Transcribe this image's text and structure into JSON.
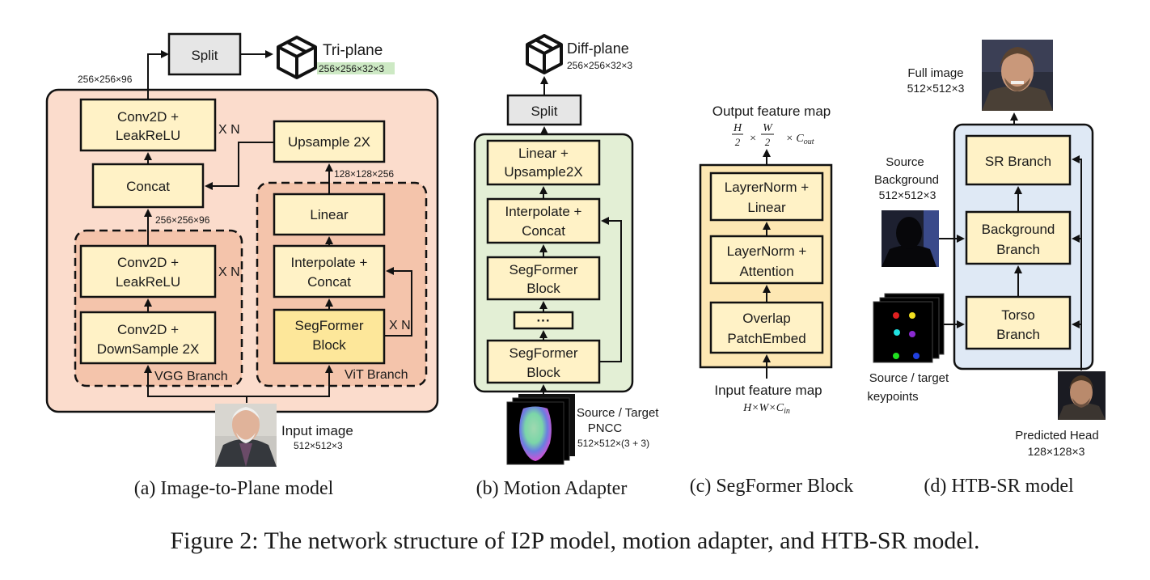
{
  "panel_a": {
    "split": "Split",
    "triplane": "Tri-plane",
    "triplane_dims": "256×256×32×3",
    "top_dims": "256×256×96",
    "conv_leaky_top": [
      "Conv2D +",
      "LeakReLU"
    ],
    "xn_top": "X N",
    "concat": "Concat",
    "upsample": "Upsample 2X",
    "dims_128": "128×128×256",
    "dims_256": "256×256×96",
    "linear": "Linear",
    "conv_leaky_mid": [
      "Conv2D +",
      "LeakReLU"
    ],
    "xn_mid": "X N",
    "interp_concat": [
      "Interpolate +",
      "Concat"
    ],
    "conv_down": [
      "Conv2D +",
      "DownSample 2X"
    ],
    "segformer": [
      "SegFormer",
      "Block"
    ],
    "xn_vit": "X N",
    "vgg_branch": "VGG Branch",
    "vit_branch": "ViT Branch",
    "input_image": "Input image",
    "input_dims": "512×512×3",
    "caption": "(a) Image-to-Plane model"
  },
  "panel_b": {
    "diffplane": "Diff-plane",
    "diffplane_dims": "256×256×32×3",
    "split": "Split",
    "linear_up": [
      "Linear +",
      "Upsample2X"
    ],
    "interp_concat": [
      "Interpolate +",
      "Concat"
    ],
    "segformer_top": [
      "SegFormer",
      "Block"
    ],
    "dots": "···",
    "segformer_bot": [
      "SegFormer",
      "Block"
    ],
    "source_target": "Source / Target",
    "pncc": "PNCC",
    "pncc_dims": "512×512×(3 + 3)",
    "caption": "(b) Motion Adapter"
  },
  "panel_c": {
    "output_title": "Output feature map",
    "output_dims": "H/2 × W/2 × C_out",
    "layernorm_linear": [
      "LayrerNorm +",
      "Linear"
    ],
    "layernorm_attn": [
      "LayerNorm +",
      "Attention"
    ],
    "overlap": [
      "Overlap",
      "PatchEmbed"
    ],
    "input_title": "Input feature map",
    "input_dims": "H×W×C_in",
    "caption": "(c) SegFormer Block"
  },
  "panel_d": {
    "full_image": "Full image",
    "full_dims": "512×512×3",
    "sr_branch": "SR Branch",
    "source_bg": [
      "Source",
      "Background"
    ],
    "source_bg_dims": "512×512×3",
    "bg_branch": [
      "Background",
      "Branch"
    ],
    "torso_branch": [
      "Torso",
      "Branch"
    ],
    "kp_label": [
      "Source / target",
      "keypoints"
    ],
    "pred_head": "Predicted Head",
    "pred_dims": "128×128×3",
    "caption": "(d) HTB-SR model"
  },
  "figure_caption": "Figure 2: The network structure of I2P model, motion adapter, and HTB-SR model."
}
